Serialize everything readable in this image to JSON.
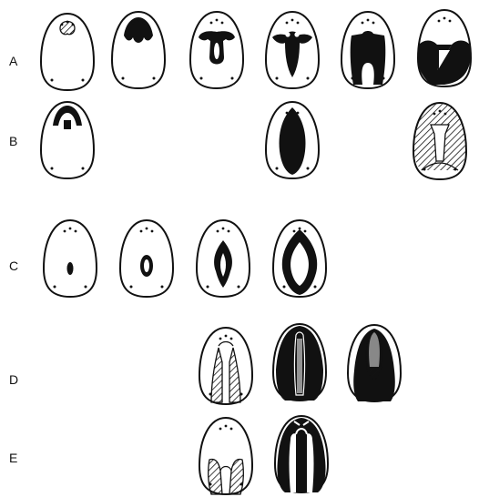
{
  "rows": [
    {
      "label": "A",
      "specimens": [
        "A1",
        "A2",
        "A3",
        "A4",
        "A5",
        "A6"
      ]
    },
    {
      "label": "B",
      "specimens": [
        "B1",
        "B4",
        "B6"
      ]
    },
    {
      "label": "C",
      "specimens": [
        "C1",
        "C2",
        "C3",
        "C4"
      ]
    },
    {
      "label": "D",
      "specimens": [
        "D3",
        "D4",
        "D5"
      ]
    },
    {
      "label": "E",
      "specimens": [
        "E3",
        "E4"
      ]
    }
  ],
  "colors": {
    "ink": "#111111",
    "hatch": "#111111",
    "fill": "#ffffff"
  }
}
